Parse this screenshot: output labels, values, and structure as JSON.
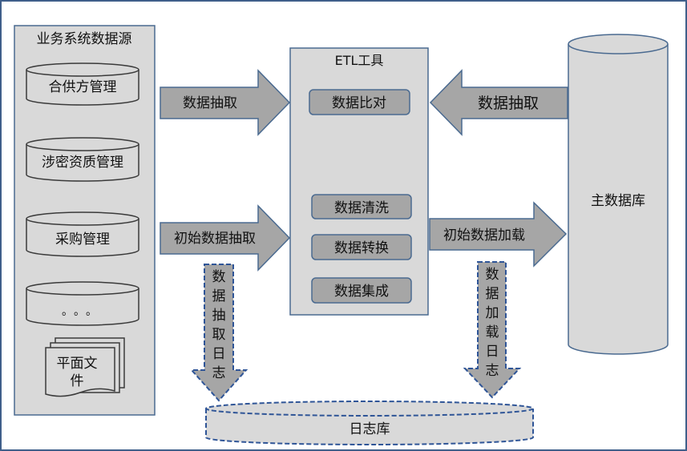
{
  "colors": {
    "frame": "#3f5f8a",
    "box_fill": "#d9d9d9",
    "box_stroke": "#4a6a90",
    "inner_fill": "#a6a6a6",
    "arrow_fill": "#a6a6a6",
    "text": "#111111"
  },
  "business": {
    "title": "业务系统数据源",
    "items": [
      "合供方管理",
      "涉密资质管理",
      "采购管理",
      "。。。"
    ],
    "flat_file": [
      "平面文",
      "件"
    ]
  },
  "etl": {
    "title": "ETL工具",
    "steps": [
      "数据比对",
      "数据清洗",
      "数据转换",
      "数据集成"
    ]
  },
  "master_db": {
    "label": "主数据库"
  },
  "arrows": {
    "extract_left": "数据抽取",
    "extract_right": "数据抽取",
    "initial_extract": "初始数据抽取",
    "initial_load": "初始数据加载",
    "extract_log": [
      "数",
      "据",
      "抽",
      "取",
      "日",
      "志"
    ],
    "load_log": [
      "数",
      "据",
      "加",
      "载",
      "日",
      "志"
    ]
  },
  "log_db": {
    "label": "日志库"
  }
}
